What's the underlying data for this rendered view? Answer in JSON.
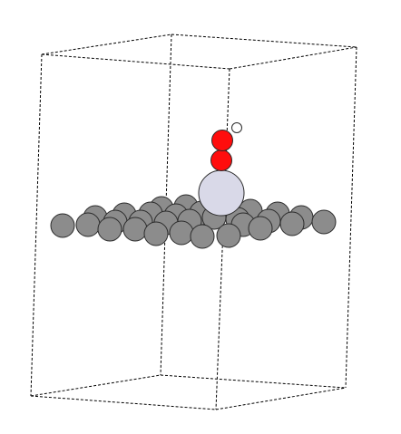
{
  "scene": {
    "description_kind": "atomistic-structure-render",
    "colors": {
      "background": "#ffffff",
      "substrate_atom": "#8c8c8c",
      "metal_adatom": "#d9d9e8",
      "oxygen_atom": "#ff0d0d",
      "hydrogen_atom": "#ffffff",
      "cell_edges": "#000000"
    },
    "atom_groups": [
      "substrate-layer",
      "metal-adatom",
      "oxygen-atoms",
      "hydrogen-atom"
    ],
    "cell": {
      "style": "dashed",
      "shape": "box"
    }
  }
}
